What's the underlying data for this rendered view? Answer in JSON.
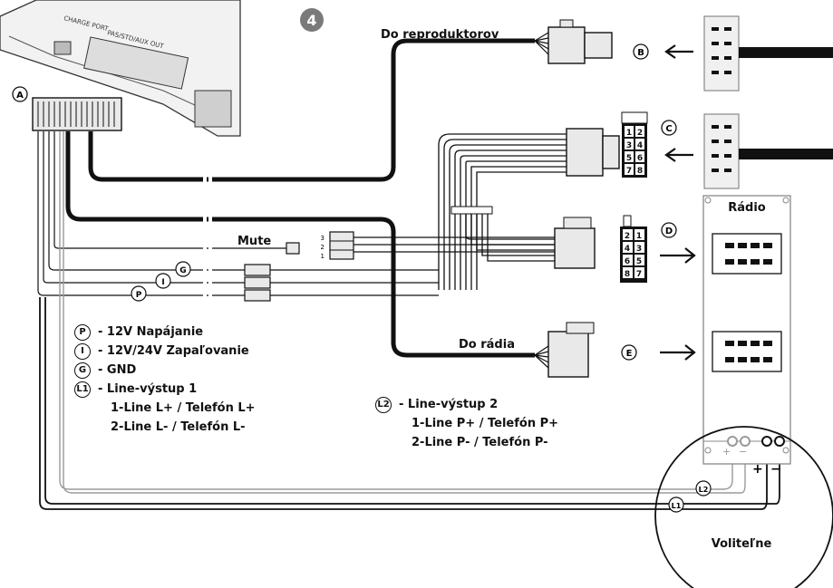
{
  "step_number": "4",
  "labels": {
    "speakers": "Do reproduktorov",
    "radio_out": "Do rádia",
    "radio_box": "Rádio",
    "mute": "Mute",
    "optional": "Voliteľne",
    "device_text_1": "CHARGE PORT",
    "device_text_2": "PAS/STD/AUX OUT"
  },
  "connector_letters": [
    "A",
    "B",
    "C",
    "D",
    "E"
  ],
  "wire_tags": {
    "g": "G",
    "i": "I",
    "p": "P",
    "l1": "L1",
    "l2": "L2"
  },
  "mute_pins": [
    "3",
    "2",
    "1"
  ],
  "pin_grid": {
    "c": [
      "1",
      "2",
      "3",
      "4",
      "5",
      "6",
      "7",
      "8"
    ],
    "d": [
      "2",
      "1",
      "4",
      "3",
      "6",
      "5",
      "8",
      "7"
    ]
  },
  "polarity": {
    "plus": "+",
    "minus": "−"
  },
  "legend": [
    {
      "badge": "P",
      "text": "- 12V Napájanie"
    },
    {
      "badge": "I",
      "text": "- 12V/24V Zapaľovanie"
    },
    {
      "badge": "G",
      "text": "- GND"
    },
    {
      "badge": "L1",
      "text": "- Line-výstup 1"
    }
  ],
  "legend_sub_1": [
    "1-Line L+ / Telefón L+",
    "2-Line L- / Telefón L-"
  ],
  "legend_2": {
    "badge": "L2",
    "text": "- Line-výstup 2"
  },
  "legend_sub_2": [
    "1-Line P+ / Telefón P+",
    "2-Line P- / Telefón P-"
  ],
  "colors": {
    "wire_dark": "#111111",
    "wire_gray": "#9a9a9a",
    "connector_fill": "#e9e9e9",
    "step_badge": "#7a7a7a"
  }
}
